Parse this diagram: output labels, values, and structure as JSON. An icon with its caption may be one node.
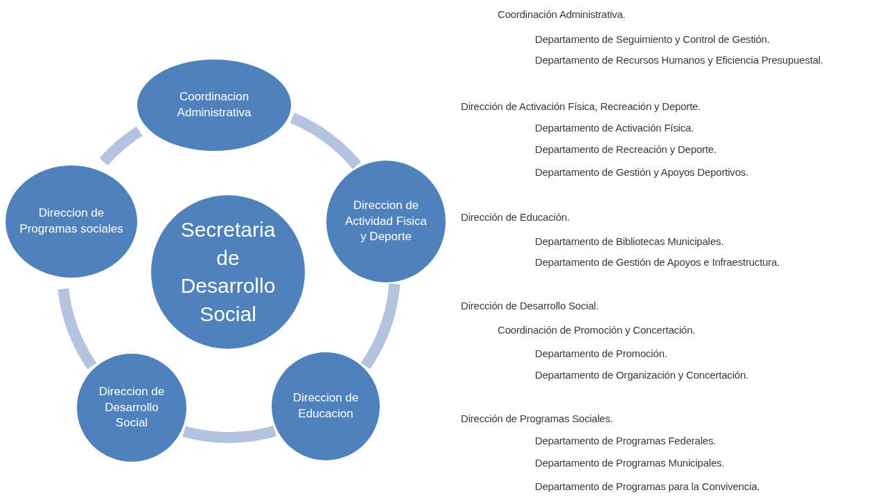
{
  "diagram": {
    "nodes": [
      {
        "text": [
          "Coordinacion Administrativa"
        ]
      },
      {
        "text": [
          "Direccion de Programas sociales"
        ]
      },
      {
        "text": [
          "Secretaria de Desarrollo Social"
        ]
      },
      {
        "text": [
          "Direccion de Actividad Fisica y Deporte"
        ]
      },
      {
        "text": [
          "Direccion de Desarrollo Social"
        ]
      },
      {
        "text": [
          "Direccion de Educacion"
        ]
      }
    ],
    "edges": [
      {
        "from": 0,
        "to": 3,
        "arrow": "none",
        "color": "#b4c4de"
      },
      {
        "from": 3,
        "to": 5,
        "arrow": "none",
        "color": "#b4c4de"
      },
      {
        "from": 5,
        "to": 4,
        "arrow": "none",
        "color": "#b4c4de"
      },
      {
        "from": 4,
        "to": 1,
        "arrow": "none",
        "color": "#b4c4de"
      },
      {
        "from": 1,
        "to": 0,
        "arrow": "none",
        "color": "#b4c4de"
      }
    ],
    "labels": [
      "Coordinación Administrativa.",
      "Departamento de Seguimiento y Control de Gestión.",
      "Departamento de Recursos Humanos y Eficiencia Presupuestal.",
      "Dirección de Activación Física, Recreación y Deporte.",
      "Departamento de Activación Física.",
      "Departamento de Recreación y Deporte.",
      "Departamento de Gestión y Apoyos Deportivos.",
      "Dirección de Educación.",
      "Departamento de Bibliotecas Municipales.",
      "Departamento de Gestión de Apoyos e Infraestructura.",
      "Dirección de Desarrollo Social.",
      "Coordinación de Promoción y Concertación.",
      "Departamento de Promoción.",
      "Departamento de Organización y Concertación.",
      "Dirección de Programas Sociales.",
      "Departamento de Programas Federales.",
      "Departamento de Programas Municipales.",
      "Departamento de Programas para la Convivencia."
    ]
  }
}
